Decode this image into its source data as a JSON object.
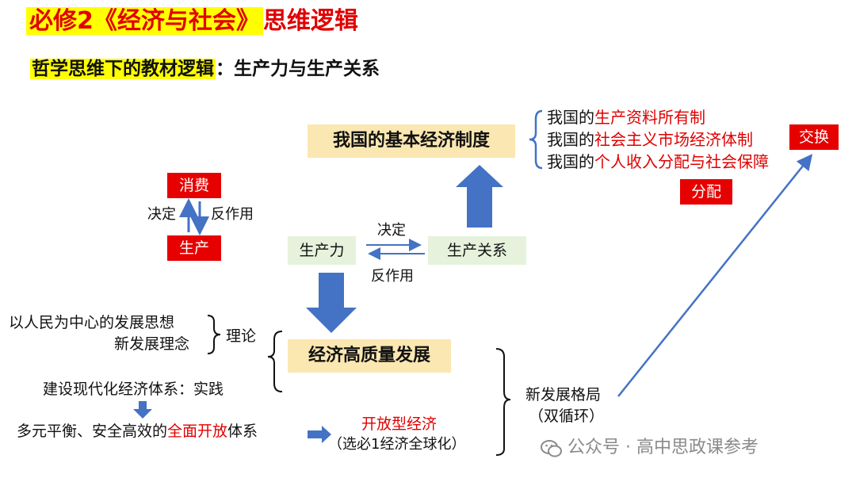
{
  "title": {
    "highlighted": "必修2《经济与社会》",
    "rest": "思维逻辑"
  },
  "subtitle": {
    "highlighted": "哲学思维下的教材逻辑",
    "rest": "：生产力与生产关系"
  },
  "system": {
    "label": "我国的基本经济制度",
    "items": [
      {
        "prefix": "我国的",
        "highlight": "生产资料所有制"
      },
      {
        "prefix": "我国的",
        "highlight": "社会主义市场经济体制"
      },
      {
        "prefix": "我国的",
        "highlight": "个人收入分配与社会保障"
      }
    ],
    "exchange": "交换",
    "distribution": "分配"
  },
  "consumption_production": {
    "consumption": "消费",
    "production": "生产",
    "decides": "决定",
    "reacts": "反作用"
  },
  "forces_relations": {
    "forces": "生产力",
    "relations": "生产关系",
    "decides": "决定",
    "reacts": "反作用"
  },
  "development": {
    "label": "经济高质量发展",
    "theory_items": [
      "以人民为中心的发展思想",
      "新发展理念"
    ],
    "theory_label": "理论",
    "practice": "建设现代化经济体系：实践",
    "open_system": {
      "before": "多元平衡、安全高效的",
      "highlight": "全面开放",
      "after": "体系"
    },
    "open_economy": "开放型经济",
    "elective": "（选必1经济全球化）",
    "pattern_line1": "新发展格局",
    "pattern_line2": "（双循环）"
  },
  "watermark": "公众号 · 高中思政课参考",
  "colors": {
    "red": "#e60000",
    "yellow_hl": "#ffff00",
    "box_yellow": "#fbe7b1",
    "box_green": "#e6f2dc",
    "arrow_blue": "#4472c4"
  }
}
